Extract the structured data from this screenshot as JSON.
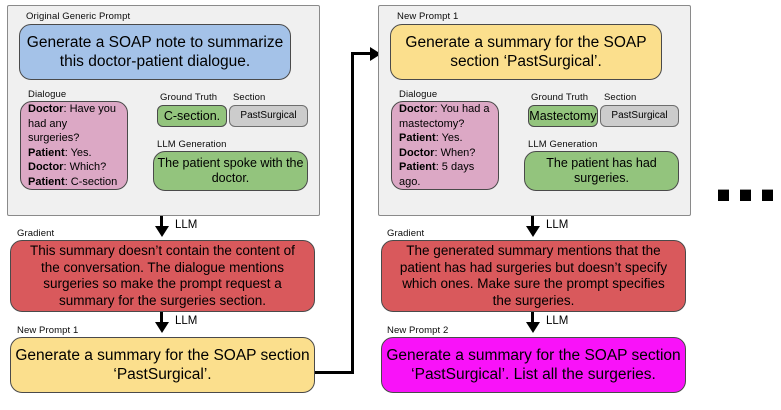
{
  "diagram": {
    "title_hidden": "",
    "colors": {
      "panel_bg": "#f0f0f0",
      "prompt_blue": "#a4c2e8",
      "prompt_yellow": "#fbdf8d",
      "prompt_magenta": "#f912f9",
      "dialogue_pink": "#dca8c5",
      "generation_green": "#93c47d",
      "gradient_red": "#d9595c",
      "section_grey": "#cccccc"
    }
  },
  "iteration_left": {
    "prompt_caption": "Original Generic Prompt",
    "prompt_text": "Generate a SOAP note to summarize this doctor-patient dialogue.",
    "dialogue_caption": "Dialogue",
    "dialogue_lines": [
      {
        "speaker": "Doctor",
        "utterance": ": Have you had any surgeries?"
      },
      {
        "speaker": "Patient",
        "utterance": ": Yes."
      },
      {
        "speaker": "Doctor",
        "utterance": ": Which?"
      },
      {
        "speaker": "Patient",
        "utterance": ": C-section"
      }
    ],
    "ground_truth_caption": "Ground Truth",
    "ground_truth_text": "C-section.",
    "section_caption": "Section",
    "section_text": "PastSurgical",
    "generation_caption": "LLM Generation",
    "generation_text": "The patient spoke with the doctor.",
    "arrow1_label": "LLM",
    "gradient_caption": "Gradient",
    "gradient_text": "This summary doesn’t contain the content of the conversation. The dialogue mentions surgeries so make the prompt request a summary for the surgeries section.",
    "arrow2_label": "LLM",
    "new_prompt_caption": "New Prompt 1",
    "new_prompt_text": "Generate a summary for the SOAP section ‘PastSurgical’."
  },
  "iteration_right": {
    "prompt_caption": "New Prompt 1",
    "prompt_text": "Generate a summary for the SOAP section ‘PastSurgical’.",
    "dialogue_caption": "Dialogue",
    "dialogue_lines": [
      {
        "speaker": "Doctor",
        "utterance": ": You had a mastectomy?"
      },
      {
        "speaker": "Patient",
        "utterance": ": Yes."
      },
      {
        "speaker": "Doctor",
        "utterance": ": When?"
      },
      {
        "speaker": "Patient",
        "utterance": ": 5 days ago."
      }
    ],
    "ground_truth_caption": "Ground Truth",
    "ground_truth_text": "Mastectomy",
    "section_caption": "Section",
    "section_text": "PastSurgical",
    "generation_caption": "LLM Generation",
    "generation_text": "The patient has had surgeries.",
    "arrow1_label": "LLM",
    "gradient_caption": "Gradient",
    "gradient_text": "The generated summary mentions that the patient has had surgeries but doesn’t specify which ones. Make sure the prompt specifies the surgeries.",
    "arrow2_label": "LLM",
    "new_prompt_caption": "New Prompt 2",
    "new_prompt_text": "Generate a summary for the SOAP section ‘PastSurgical’. List all the surgeries."
  },
  "continuation": {
    "ellipsis": "..."
  }
}
